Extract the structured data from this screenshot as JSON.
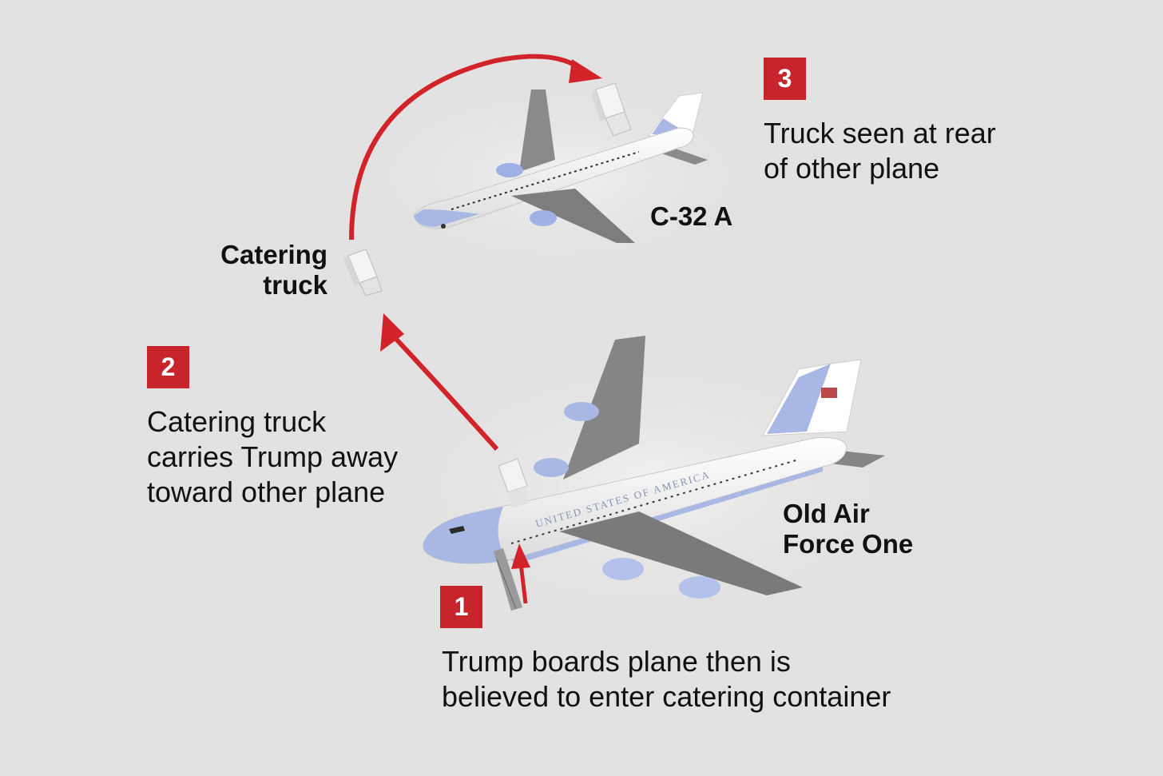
{
  "steps": [
    {
      "number": "1",
      "caption": "Trump boards plane then is\nbelieved to enter catering container"
    },
    {
      "number": "2",
      "caption": "Catering truck\ncarries Trump away\ntoward other plane"
    },
    {
      "number": "3",
      "caption": "Truck seen at rear\nof other plane"
    }
  ],
  "labels": {
    "c32": "C-32 A",
    "catering_truck": "Catering\ntruck",
    "af1": "Old Air\nForce One"
  },
  "fuselage_text": "UNITED STATES OF AMERICA",
  "colors": {
    "accent_red": "#c8242b",
    "arrow_red": "#d3232a",
    "background": "#e2e2e2",
    "plane_blue": "#a9b7e4",
    "wing_gray": "#808080"
  },
  "icons": [
    "plane-c32a-icon",
    "plane-air-force-one-icon",
    "catering-truck-icon",
    "arrow-icon"
  ]
}
